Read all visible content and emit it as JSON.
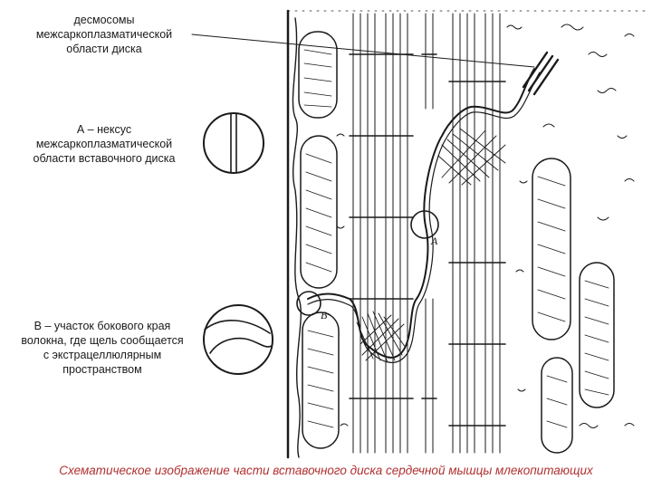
{
  "labels": {
    "desmosomes": [
      "десмосомы",
      "межсаркоплазматической",
      "области диска"
    ],
    "nexus": [
      "А – нексус",
      "межсаркоплазматической",
      "области вставочного диска"
    ],
    "lateral": [
      "В – участок бокового края",
      "волокна, где щель сообщается",
      "с экстрацеллюлярным",
      "пространством"
    ]
  },
  "markers": {
    "a": "A",
    "b": "B"
  },
  "caption": "Схематическое изображение части вставочного диска сердечной мышцы млекопитающих",
  "colors": {
    "ink": "#1a1a1a",
    "caption": "#b03030",
    "background": "#ffffff"
  }
}
